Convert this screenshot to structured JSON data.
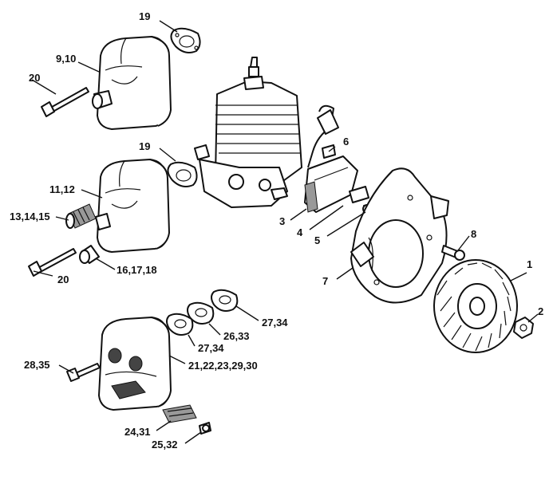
{
  "callouts": {
    "c1": "1",
    "c2": "2",
    "c3": "3",
    "c4": "4",
    "c5": "5",
    "c6": "6",
    "c7": "7",
    "c8": "8",
    "c9_10": "9,10",
    "c11_12": "11,12",
    "c13_14_15": "13,14,15",
    "c16_17_18": "16,17,18",
    "c19_top": "19",
    "c19_mid": "19",
    "c20_top": "20",
    "c20_mid": "20",
    "c21_30": "21,22,23,29,30",
    "c24_31": "24,31",
    "c25_32": "25,32",
    "c26_33": "26,33",
    "c27_34_a": "27,34",
    "c27_34_b": "27,34",
    "c28_35": "28,35"
  }
}
